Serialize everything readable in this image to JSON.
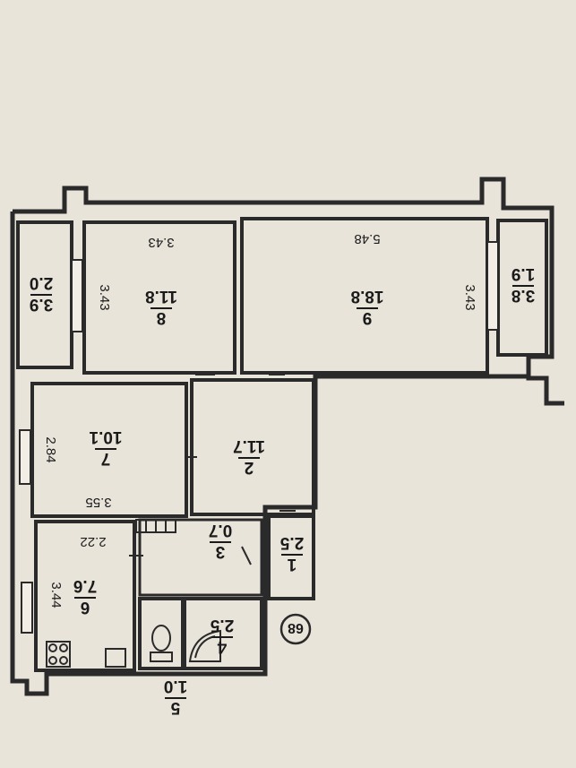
{
  "plan": {
    "badge": "68",
    "rooms": [
      {
        "num": "8",
        "area": "11.8"
      },
      {
        "num": "9",
        "area": "18.8"
      },
      {
        "num": "7",
        "area": "10.1"
      },
      {
        "num": "2",
        "area": "11.7"
      },
      {
        "num": "3",
        "area": "0.7"
      },
      {
        "num": "1",
        "area": "2.5"
      },
      {
        "num": "6",
        "area": "7.6"
      },
      {
        "num": "4",
        "area": "2.5"
      },
      {
        "num": "5",
        "area": "1.0"
      },
      {
        "num": "3.8",
        "area": "1.9"
      },
      {
        "num": "3.9",
        "area": "2.0"
      }
    ],
    "dims": [
      "3.43",
      "5.48",
      "3.43",
      "3.43",
      "2.84",
      "3.55",
      "2.22",
      "3.44"
    ]
  },
  "colors": {
    "wall": "#2a2a2a",
    "paper": "#f2eee6",
    "line": "#333333"
  }
}
